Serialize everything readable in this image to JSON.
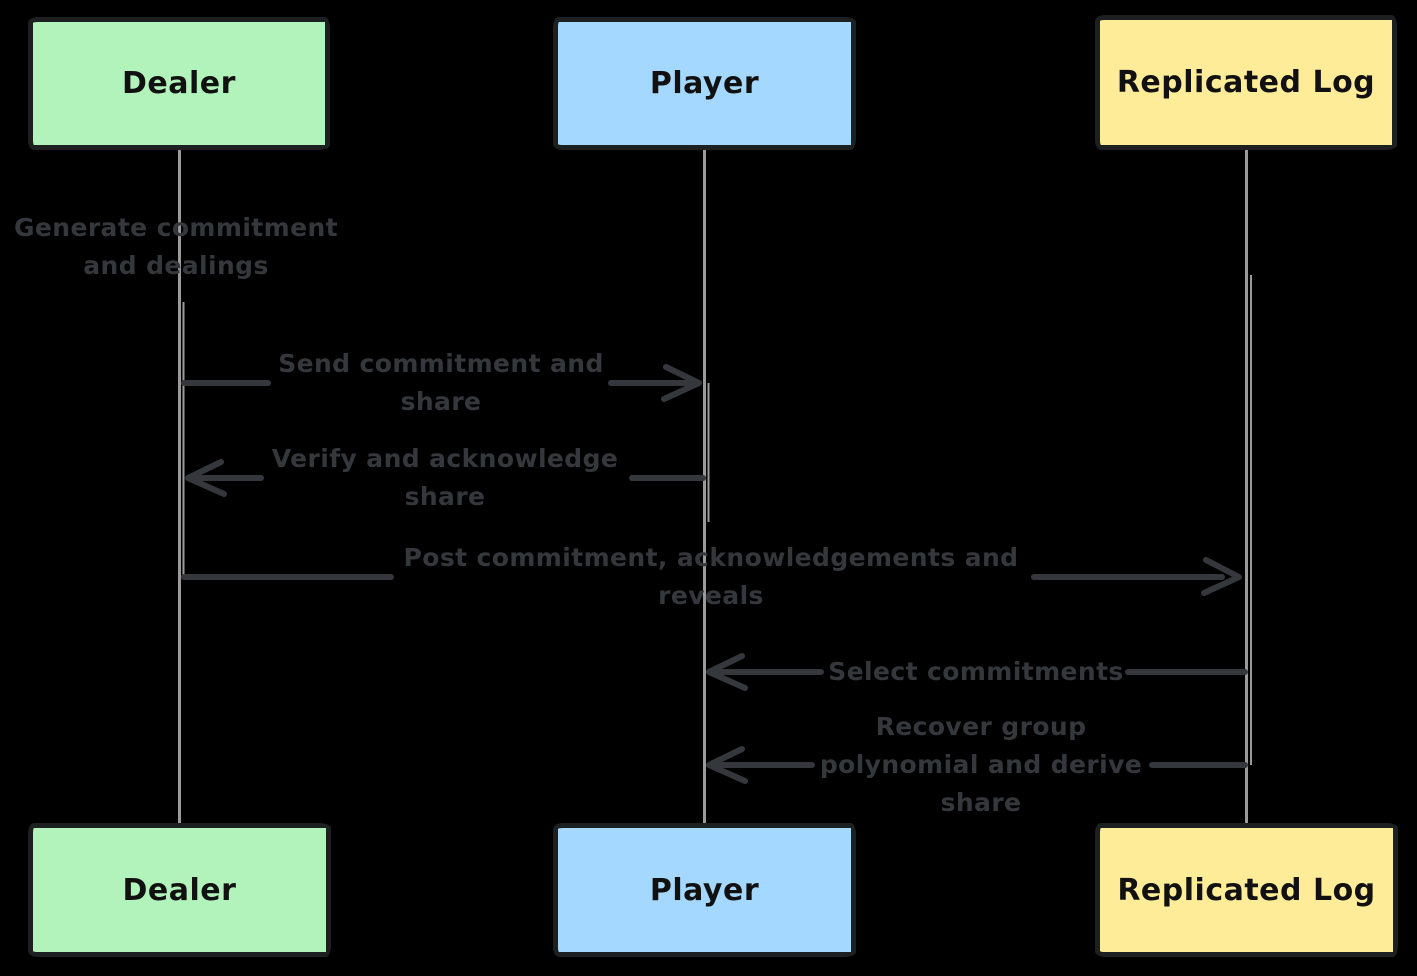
{
  "diagram": {
    "type": "sequence-diagram",
    "background": "#000000",
    "actors": [
      {
        "id": "dealer",
        "label": "Dealer",
        "fill": "#b2f2bb"
      },
      {
        "id": "player",
        "label": "Player",
        "fill": "#a5d8ff"
      },
      {
        "id": "replicated-log",
        "label": "Replicated Log",
        "fill": "#ffec99"
      }
    ],
    "messages": [
      {
        "label": "Generate commitment\nand dealings",
        "from": "Dealer",
        "to": "Dealer",
        "arrow": "self"
      },
      {
        "label": "Send commitment and\nshare",
        "from": "Dealer",
        "to": "Player",
        "arrow": "right"
      },
      {
        "label": "Verify and acknowledge\nshare",
        "from": "Player",
        "to": "Dealer",
        "arrow": "left"
      },
      {
        "label": "Post commitment, acknowledgements and\nreveals",
        "from": "Dealer",
        "to": "Replicated Log",
        "arrow": "right"
      },
      {
        "label": "Select commitments",
        "from": "Replicated Log",
        "to": "Player",
        "arrow": "left"
      },
      {
        "label": "Recover group\npolynomial and derive\nshare",
        "from": "Replicated Log",
        "to": "Player",
        "arrow": "left"
      }
    ],
    "colors": {
      "background": "#000000",
      "dealer_fill": "#b2f2bb",
      "player_fill": "#a5d8ff",
      "replicated_log_fill": "#ffec99",
      "box_border": "#1d2021",
      "box_text": "#111111",
      "lifeline": "#9a9a9a",
      "message_ink": "#34383c"
    }
  }
}
